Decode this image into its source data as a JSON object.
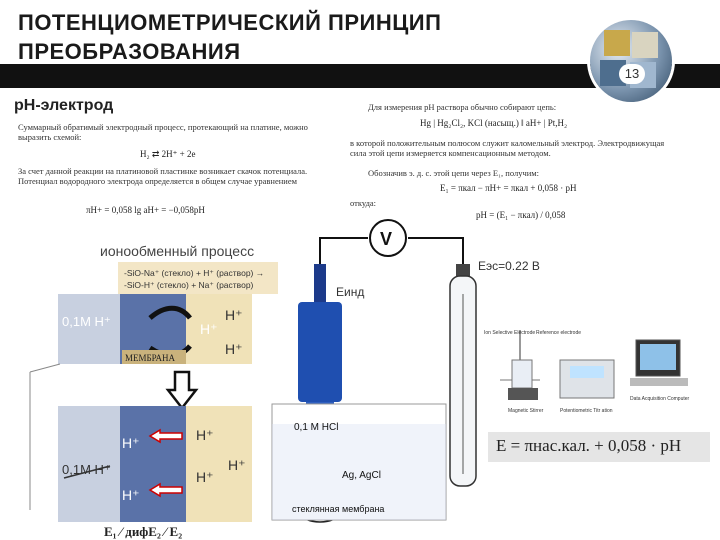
{
  "title": {
    "line1": "ПОТЕНЦИОМЕТРИЧЕСКИЙ ПРИНЦИП",
    "line2": "ПРЕОБРАЗОВАНИЯ"
  },
  "slide_number": "13",
  "subtitle": "pH-электрод",
  "left_text": {
    "p1": "Суммарный обратимый электродный процесс, протекающий на платине, можно выразить схемой:",
    "eq1": "H₂ ⇄ 2H⁺ + 2e",
    "p2": "За счет данной реакции на платиновой пластинке возникает скачок потенциала. Потенциал водородного электрода определяется в общем случае уравнением",
    "eq2": "πH+ = 0,058 lg aH+ = −0,058pH"
  },
  "right_text": {
    "p1": "Для измерения pH раствора обычно собирают цепь:",
    "chain": "Hg | Hg₂Cl₂, KCl (насыщ.) ‖ aH+ | Pt,H₂",
    "p2": "в которой положительным полюсом служит каломельный электрод. Электродвижущая сила этой цепи измеряется компенсационным методом.",
    "p3": "Обозначив э. д. с. этой цепи через E₁, получим:",
    "eq1": "E₁ = πкал − πH+ = πкал + 0,058 · pH",
    "p4": "откуда:",
    "eq2": "pH = (E₁ − πкал) / 0,058"
  },
  "ion_exchange": {
    "heading": "ионообменный процесс",
    "reaction1": "-SiO-Na⁺ (стекло) + H⁺ (раствор) →",
    "reaction2": "-SiO-H⁺ (стекло) + Na⁺ (раствор)",
    "conc_top": "0,1М H⁺",
    "conc_bottom": "0,1М H⁺",
    "membrane_label": "МЕМБРАНА",
    "h_ion": "H⁺",
    "bottom_formula": "E₁ ∕ дифE₂ ∕ E₂"
  },
  "circuit": {
    "voltmeter": "V",
    "e_ind": "Eинд",
    "e_ref": "Eэс=0.22 В",
    "hcl": "0,1 М HCl",
    "electrode": "Ag, AgCl",
    "membrane": "стеклянная мембрана"
  },
  "equipment": {
    "ion_electrode": "Ion Selective Electrode",
    "ref_electrode": "Reference electrode",
    "stirrer": "Magnetic Stirrer",
    "titrator": "Potentiometric Titr ation",
    "computer": "Data Acquisition Computer"
  },
  "main_equation": "E = πнас.кал. + 0,058 · pH"
}
